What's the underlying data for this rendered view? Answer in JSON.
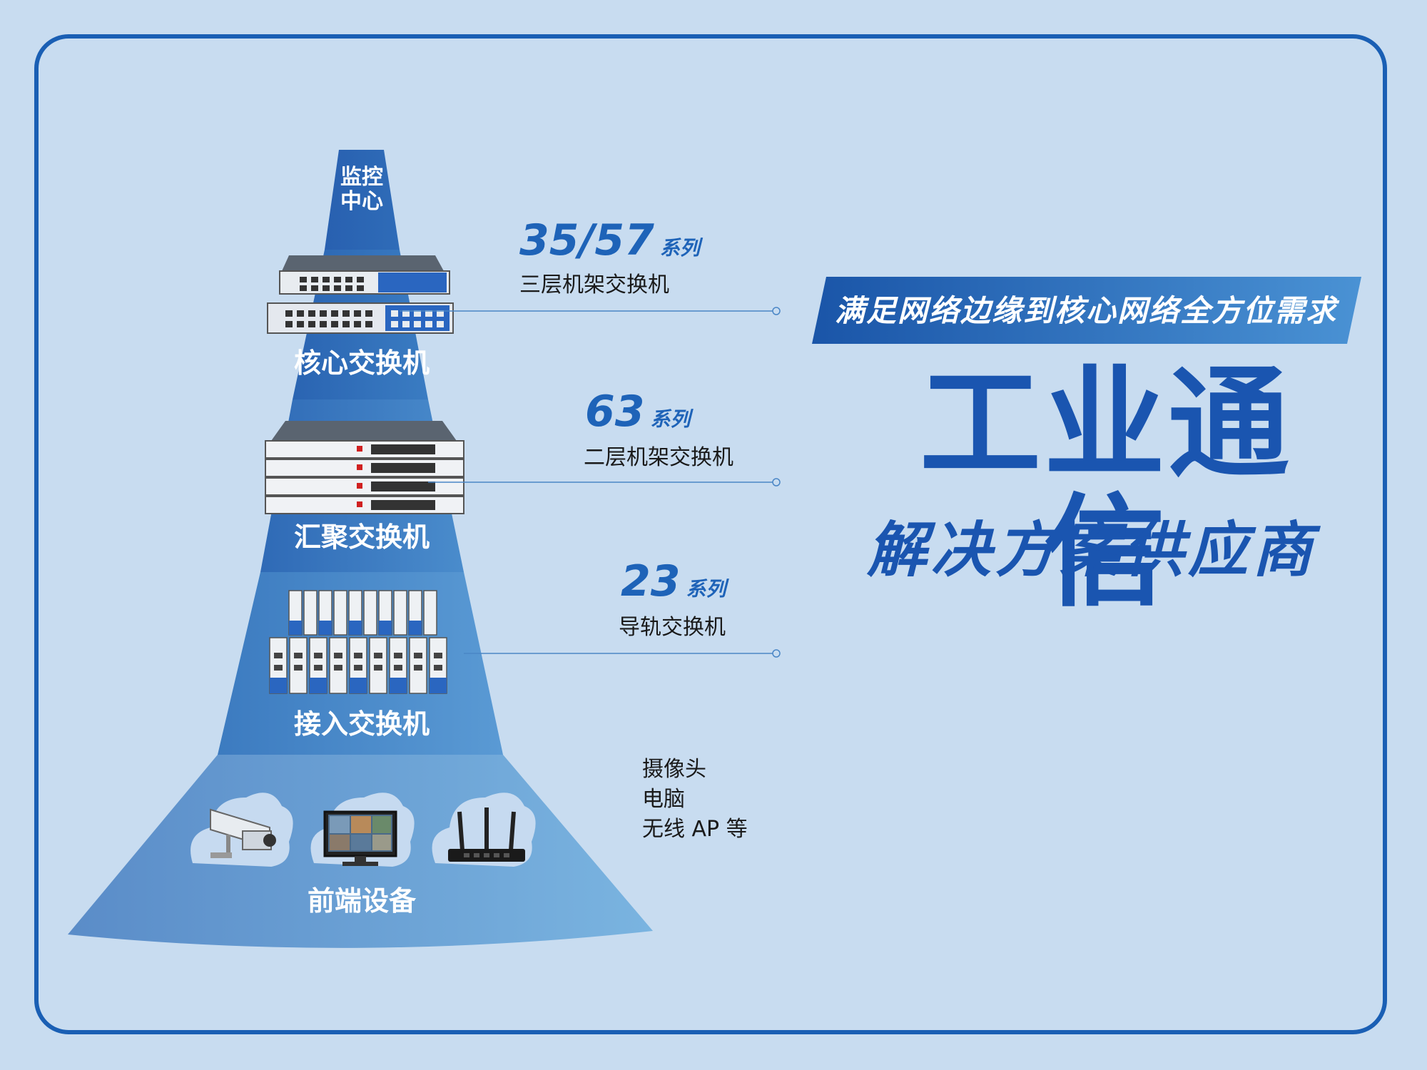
{
  "pyramid": {
    "apex_label": "监控中心",
    "tiers": [
      {
        "label": "核心交换机",
        "series_number": "35/57",
        "series_suffix": "系列",
        "series_desc": "三层机架交换机"
      },
      {
        "label": "汇聚交换机",
        "series_number": "63",
        "series_suffix": "系列",
        "series_desc": "二层机架交换机"
      },
      {
        "label": "接入交换机",
        "series_number": "23",
        "series_suffix": "系列",
        "series_desc": "导轨交换机"
      },
      {
        "label": "前端设备",
        "endpoints": [
          "摄像头",
          "电脑",
          "无线 AP 等"
        ]
      }
    ],
    "device_icons": [
      "camera-icon",
      "monitor-icon",
      "router-icon"
    ]
  },
  "banner": {
    "text": "满足网络边缘到核心网络全方位需求"
  },
  "headline": {
    "title": "工业通信",
    "subtitle": "解决方案供应商"
  },
  "colors": {
    "frame": "#1a5fb4",
    "background": "#c8dcf0",
    "accent": "#1e63b8",
    "tier_dark": "#2a68b4",
    "tier_light": "#6aa8d8"
  }
}
